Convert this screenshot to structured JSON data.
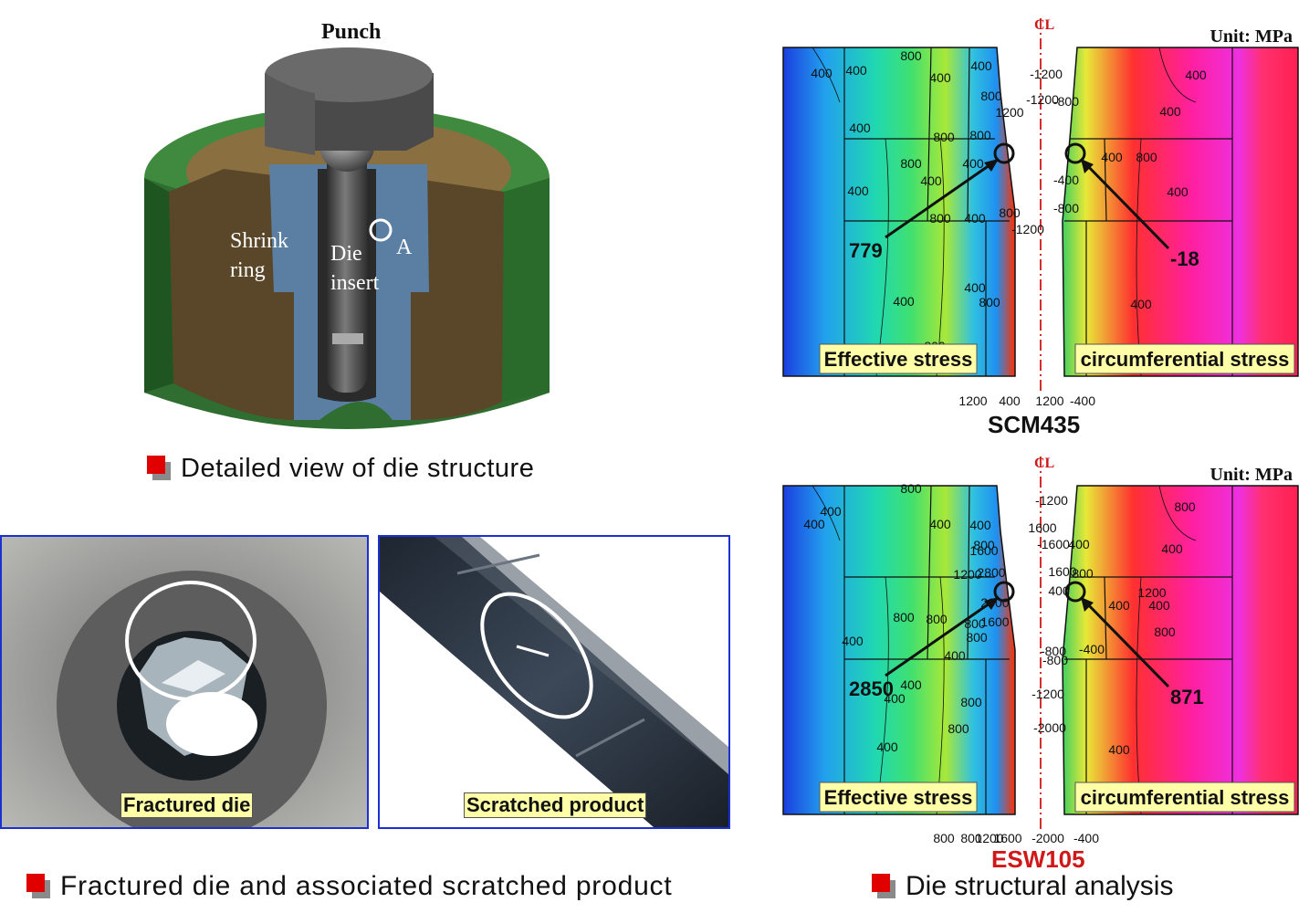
{
  "die_view": {
    "punch_label": "Punch",
    "shrink_ring_label": "Shrink\nring",
    "die_insert_label": "Die\ninsert",
    "point_label": "A",
    "caption": "Detailed view of die structure"
  },
  "photos": {
    "fractured_tag": "Fractured die",
    "scratched_tag": "Scratched product",
    "caption": "Fractured die and associated scratched product"
  },
  "analysis": {
    "caption": "Die structural analysis",
    "centerline_symbol": "CL",
    "unit": "Unit: MPa",
    "left_tag": "Effective stress",
    "right_tag": "circumferential stress",
    "top": {
      "material": "SCM435",
      "left_value": "779",
      "right_value": "-18",
      "contours": [
        "400",
        "400",
        "800",
        "400",
        "400",
        "800",
        "1200",
        "400",
        "800",
        "800",
        "800",
        "400",
        "400",
        "400",
        "800",
        "400",
        "800",
        "400",
        "400",
        "800",
        "800",
        "1200",
        "-1200",
        "-1200",
        "-800",
        "400",
        "400",
        "-400",
        "400",
        "800",
        "400",
        "-800",
        "-1200",
        "400",
        "400",
        "1200",
        "-400"
      ]
    },
    "bottom": {
      "material": "ESW105",
      "material_color": "#d01818",
      "left_value": "2850",
      "right_value": "871",
      "contours": [
        "400",
        "400",
        "800",
        "400",
        "400",
        "800",
        "1600",
        "1200",
        "2800",
        "800",
        "800",
        "2000",
        "400",
        "800",
        "800",
        "1600",
        "400",
        "400",
        "800",
        "400",
        "800",
        "400",
        "800",
        "800",
        "1200",
        "1600",
        "-800",
        "-1200",
        "-1600",
        "400",
        "1600",
        "400",
        "800",
        "400",
        "800",
        "400",
        "400",
        "-400",
        "-800",
        "-1200",
        "-2000",
        "400",
        "800",
        "1200",
        "1600",
        "-2000",
        "-400"
      ]
    }
  },
  "colors": {
    "ring_green": "#3a7a3a",
    "insert_blue": "#5a7fa0",
    "punch_gray": "#555555",
    "bullet_red": "#e00000",
    "photo_border": "#1c2fd0",
    "tag_yellow": "#ffffa8"
  }
}
